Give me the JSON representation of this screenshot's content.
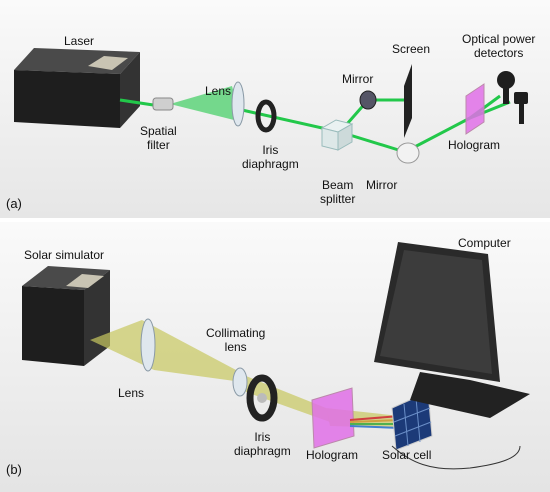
{
  "panel_a": {
    "tag": "(a)",
    "labels": {
      "laser": "Laser",
      "lens": "Lens",
      "spatial_filter": [
        "Spatial",
        "filter"
      ],
      "iris_diaphragm": [
        "Iris",
        "diaphragm"
      ],
      "beam_splitter": [
        "Beam",
        "splitter"
      ],
      "mirror_top": "Mirror",
      "mirror_bottom": "Mirror",
      "screen": "Screen",
      "optical_power_detectors": [
        "Optical power",
        "detectors"
      ],
      "hologram": "Hologram"
    }
  },
  "panel_b": {
    "tag": "(b)",
    "labels": {
      "solar_simulator": "Solar simulator",
      "lens": "Lens",
      "collimating_lens": [
        "Collimating",
        "lens"
      ],
      "iris_diaphragm": [
        "Iris",
        "diaphragm"
      ],
      "hologram": "Hologram",
      "solar_cell": "Solar cell",
      "computer": "Computer"
    }
  },
  "colors": {
    "laser_beam": "#22c84a",
    "solar_beam": "#c8c860",
    "hologram": "#e070e8",
    "device_body": "#2a2a2a"
  }
}
